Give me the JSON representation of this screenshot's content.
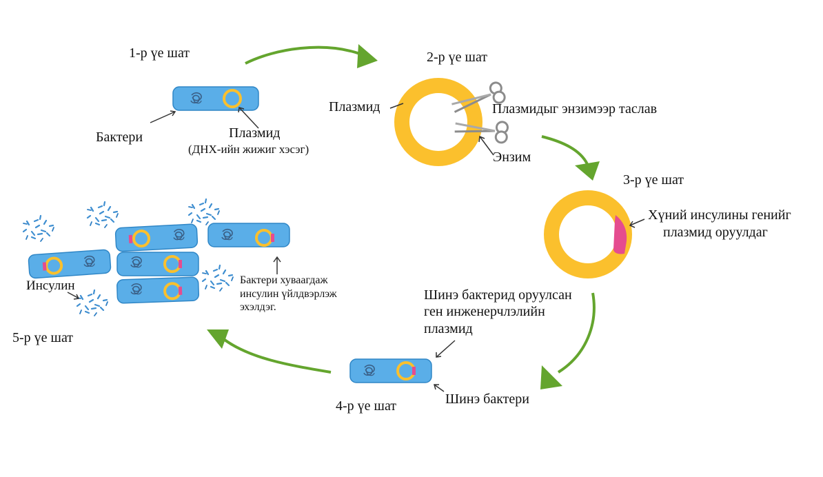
{
  "stages": {
    "s1": "1-р үе шат",
    "s2": "2-р үе шат",
    "s3": "3-р үе шат",
    "s4": "4-р үе шат",
    "s5": "5-р үе шат"
  },
  "labels": {
    "bacteria": "Бактери",
    "plasmid": "Плазмид",
    "plasmid_note": "(ДНХ-ийн жижиг хэсэг)",
    "plasmid2": "Плазмид",
    "cut_plasmid": "Плазмидыг энзимээр таслав",
    "enzyme": "Энзим",
    "insert_gene_l1": "Хүний инсулины генийг",
    "insert_gene_l2": "плазмид оруулдаг",
    "engineered_plasmid": "Шинэ бактерид оруулсан\nген инженерчлэлийн\nплазмид",
    "new_bacteria": "Шинэ бактери",
    "insulin": "Инсулин",
    "bacteria_divide": "Бактери хуваагдаж\nинсулин үйлдвэрлэж\nэхэлдэг."
  },
  "colors": {
    "bacteria_fill": "#5aaee8",
    "bacteria_stroke": "#2f86c6",
    "plasmid": "#fbc02d",
    "insulin_gene": "#e54c8f",
    "arrow": "#64a52e",
    "scissors": "#8c8c8c"
  },
  "icons": [
    "scissors-icon",
    "dna-coil-icon",
    "insulin-particles-icon"
  ]
}
